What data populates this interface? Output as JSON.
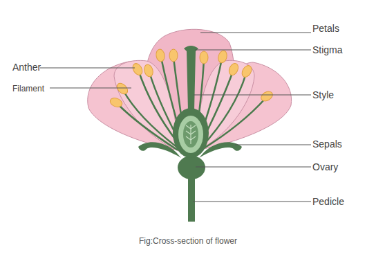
{
  "diagram": {
    "caption": "Fig:Cross-section of flower",
    "labels": [
      "Petals",
      "Anther",
      "Stigma",
      "Filament",
      "Style",
      "Sepals",
      "Ovary",
      "Pedicle"
    ]
  }
}
